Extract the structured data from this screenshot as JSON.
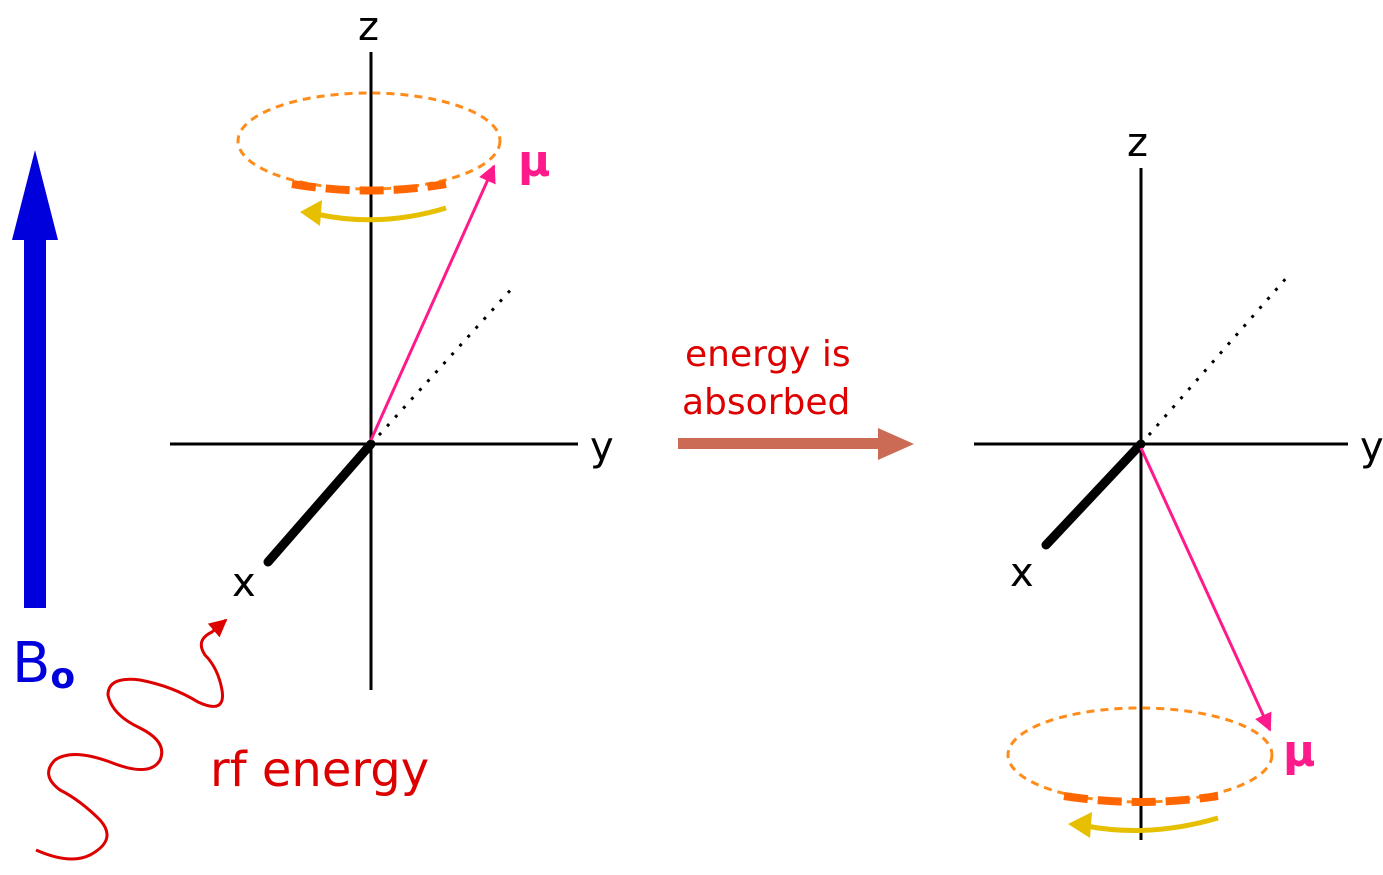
{
  "field": {
    "label": "B",
    "subscript": "o",
    "color": "#0000dd"
  },
  "rf": {
    "label": "rf energy",
    "color": "#dd0000"
  },
  "transition": {
    "line1": "energy is",
    "line2": "absorbed",
    "text_color": "#dd0000",
    "arrow_color": "#cc6b55"
  },
  "left_diagram": {
    "z_label": "z",
    "y_label": "y",
    "x_label": "x",
    "moment_label": "μ"
  },
  "right_diagram": {
    "z_label": "z",
    "y_label": "y",
    "x_label": "x",
    "moment_label": "μ"
  },
  "colors": {
    "moment": "#ff1a8c",
    "precession_cone": "#ff8c1a",
    "rotation_arrow": "#e6c000",
    "axes": "#000000"
  }
}
